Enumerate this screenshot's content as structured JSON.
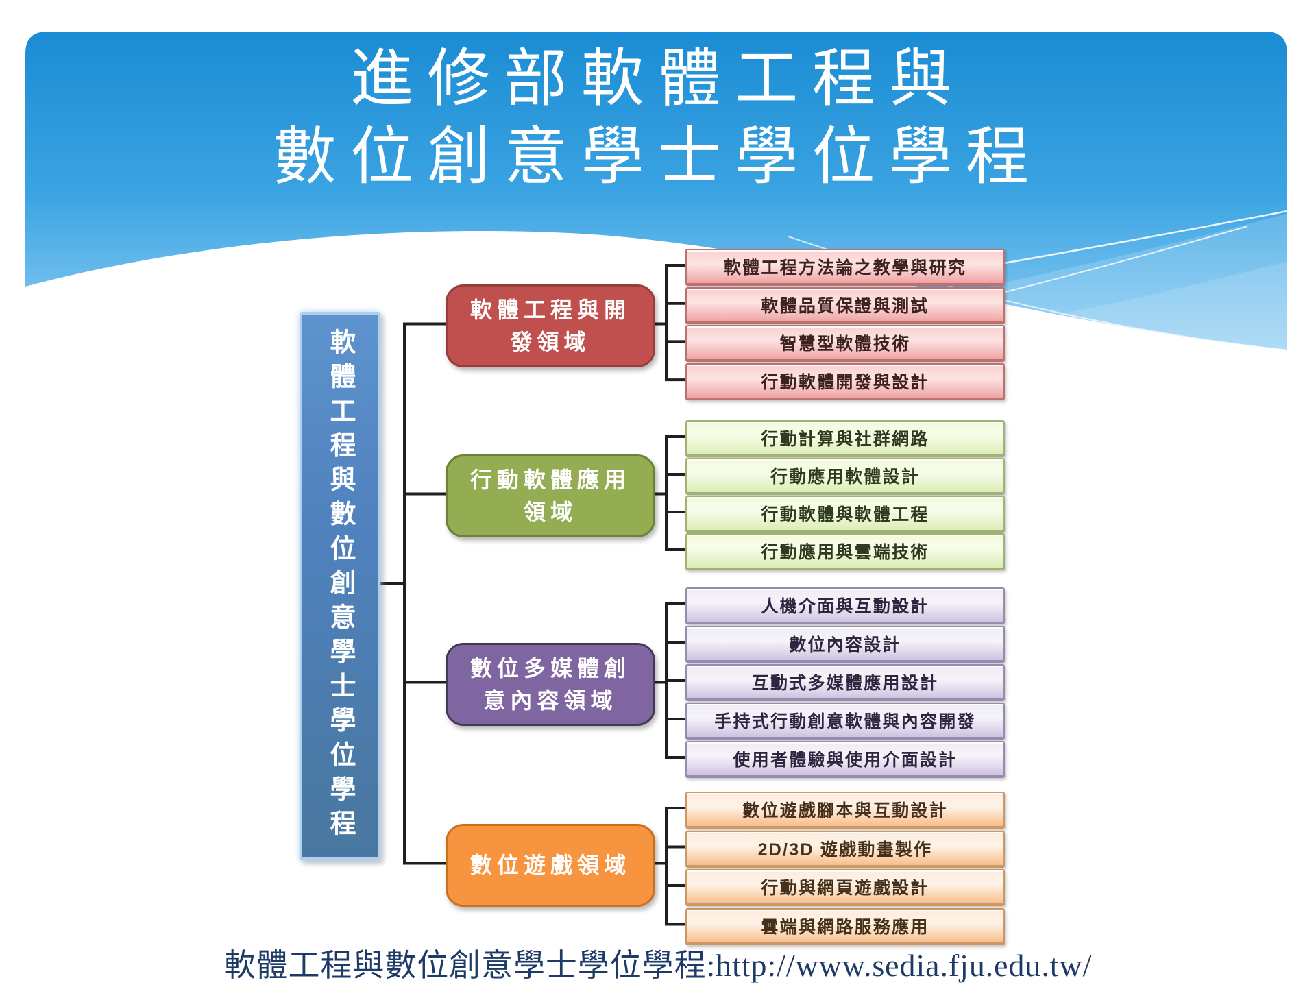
{
  "slide": {
    "title_line1": "進修部軟體工程與",
    "title_line2": "數位創意學士學位學程",
    "footer": "軟體工程與數位創意學士學位學程:http://www.sedia.fju.edu.tw/"
  },
  "colors": {
    "header_top": "#1b8cd3",
    "header_mid": "#3aa3e2",
    "header_bottom": "#90cff4",
    "title_text": "#ffffff",
    "connector": "#1f1f1f",
    "footer_text": "#1e3a66",
    "page_background": "#ffffff"
  },
  "tree": {
    "root": {
      "label": "軟體工程與數位創意學士學位學程",
      "fill": "#4f81bd",
      "border": "#aed0ee",
      "text": "#ffffff"
    },
    "groups": [
      {
        "name": "software-engineering-development",
        "label": "軟體工程與開發領域",
        "label_lines": [
          "軟體工程與開",
          "發領域"
        ],
        "fill": "#c0504d",
        "border": "#993d3a",
        "leaf_bg_top": "#f9cfcf",
        "leaf_bg_mid": "#fde4e4",
        "leaf_bg_bottom": "#efa3a3",
        "leaf_border": "#b97270",
        "leaf_text": "#3d2222",
        "leaves": [
          "軟體工程方法論之教學與研究",
          "軟體品質保證與測試",
          "智慧型軟體技術",
          "行動軟體開發與設計"
        ]
      },
      {
        "name": "mobile-software-application",
        "label": "行動軟體應用領域",
        "label_lines": [
          "行動軟體應用",
          "領域"
        ],
        "fill": "#94ac52",
        "border": "#6a8136",
        "leaf_bg_top": "#f3fae0",
        "leaf_bg_mid": "#f7fce8",
        "leaf_bg_bottom": "#dcedb6",
        "leaf_border": "#9fb274",
        "leaf_text": "#2f3a1e",
        "leaves": [
          "行動計算與社群網路",
          "行動應用軟體設計",
          "行動軟體與軟體工程",
          "行動應用與雲端技術"
        ]
      },
      {
        "name": "digital-multimedia-creative-content",
        "label": "數位多媒體創意內容領域",
        "label_lines": [
          "數位多媒體創",
          "意內容領域"
        ],
        "fill": "#7f66a0",
        "border": "#463759",
        "leaf_bg_top": "#f0ecf6",
        "leaf_bg_mid": "#f6f3fa",
        "leaf_bg_bottom": "#cfc3e0",
        "leaf_border": "#978bb0",
        "leaf_text": "#2e2640",
        "leaves": [
          "人機介面與互動設計",
          "數位內容設計",
          "互動式多媒體應用設計",
          "手持式行動創意軟體與內容開發",
          "使用者體驗與使用介面設計"
        ]
      },
      {
        "name": "digital-game",
        "label": "數位遊戲領域",
        "label_lines": [
          "數位遊戲領域"
        ],
        "fill": "#f79440",
        "border": "#c96f1e",
        "leaf_bg_top": "#fdecdc",
        "leaf_bg_mid": "#fef3e8",
        "leaf_bg_bottom": "#f8bd8a",
        "leaf_border": "#c99865",
        "leaf_text": "#45301a",
        "leaves": [
          "數位遊戲腳本與互動設計",
          "2D/3D 遊戲動畫製作",
          "行動與網頁遊戲設計",
          "雲端與網路服務應用"
        ]
      }
    ]
  }
}
